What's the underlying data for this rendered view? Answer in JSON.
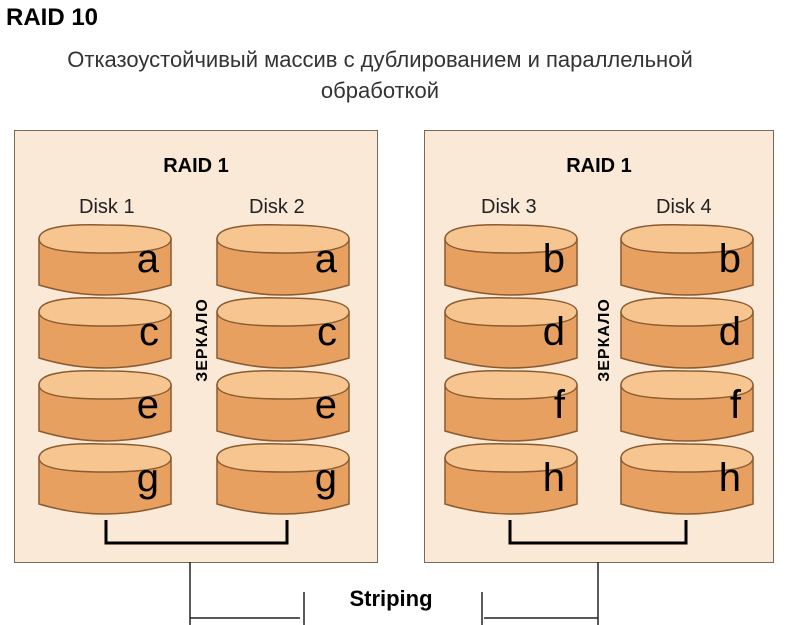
{
  "title": "RAID 10",
  "subtitle_line1": "Отказоустойчивый массив с дублированием и параллельной",
  "subtitle_line2": "обработкой",
  "colors": {
    "panel": "#fae9d6",
    "block_top": "#f6c590",
    "block_side": "#e8a060",
    "block_stroke": "#8a5a30"
  },
  "groups": [
    {
      "label": "RAID 1",
      "mirror_label": "ЗЕРКАЛО",
      "disks": [
        {
          "label": "Disk 1",
          "blocks": [
            "a",
            "c",
            "e",
            "g"
          ]
        },
        {
          "label": "Disk 2",
          "blocks": [
            "a",
            "c",
            "e",
            "g"
          ]
        }
      ]
    },
    {
      "label": "RAID 1",
      "mirror_label": "ЗЕРКАЛО",
      "disks": [
        {
          "label": "Disk 3",
          "blocks": [
            "b",
            "d",
            "f",
            "h"
          ]
        },
        {
          "label": "Disk 4",
          "blocks": [
            "b",
            "d",
            "f",
            "h"
          ]
        }
      ]
    }
  ],
  "striping_label": "Striping"
}
